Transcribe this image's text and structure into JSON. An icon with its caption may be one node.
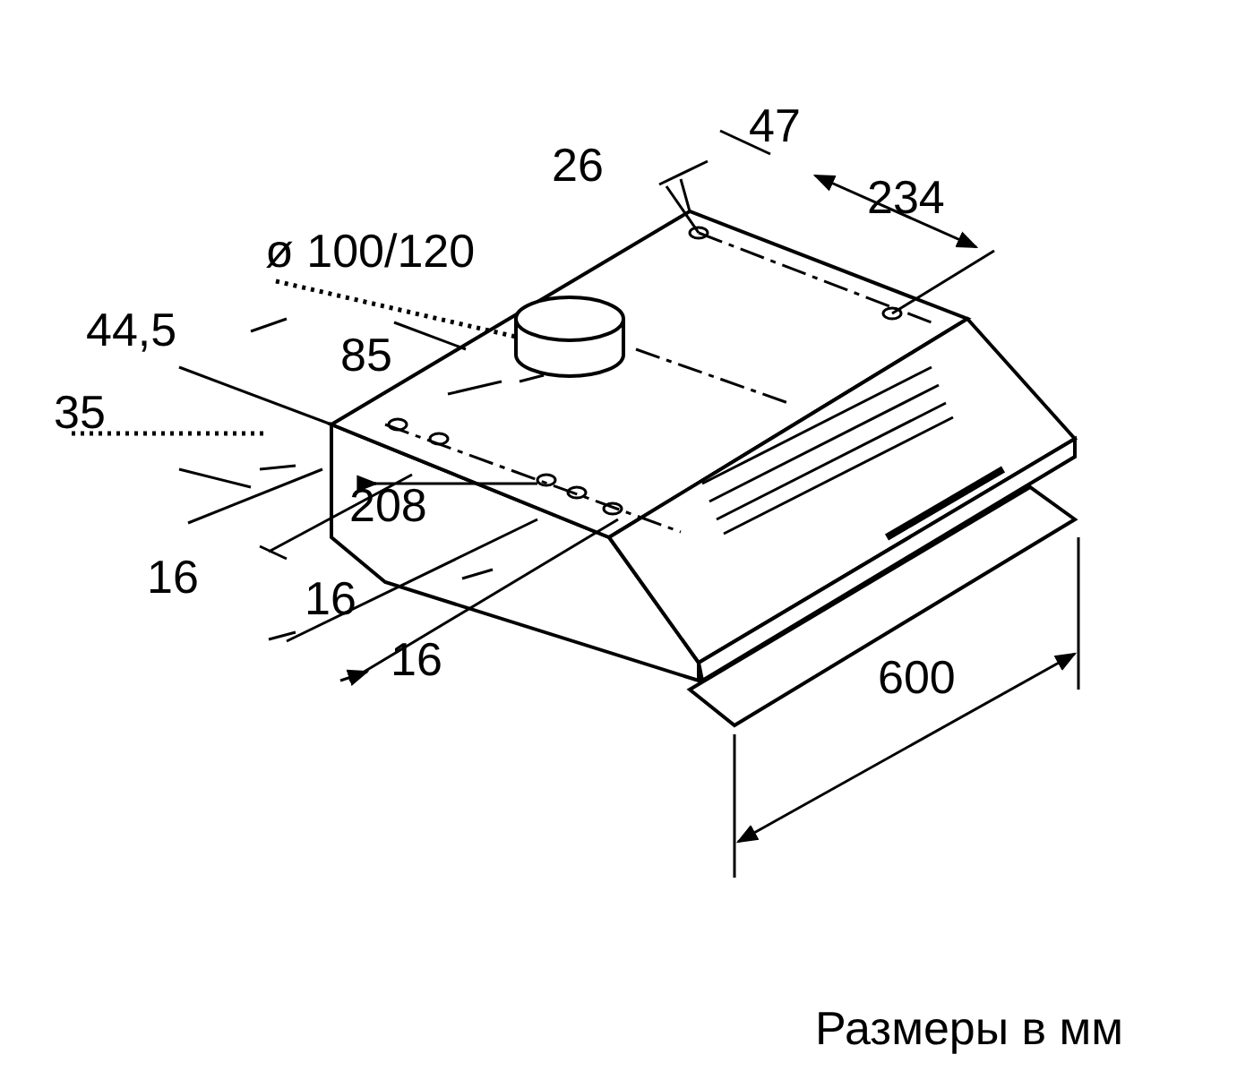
{
  "diagram": {
    "caption": "Размеры в мм",
    "nodes": [
      {
        "text": [
          "ø 100/120"
        ]
      },
      {
        "text": [],
        "shape": "cylinder"
      }
    ],
    "edges": [
      {
        "from": 0,
        "to": 1,
        "arrow": "none",
        "style": "dashed"
      }
    ],
    "labels": [
      "47",
      "26",
      "234",
      "44,5",
      "85",
      "35",
      "208",
      "16",
      "16",
      "16",
      "600"
    ]
  }
}
